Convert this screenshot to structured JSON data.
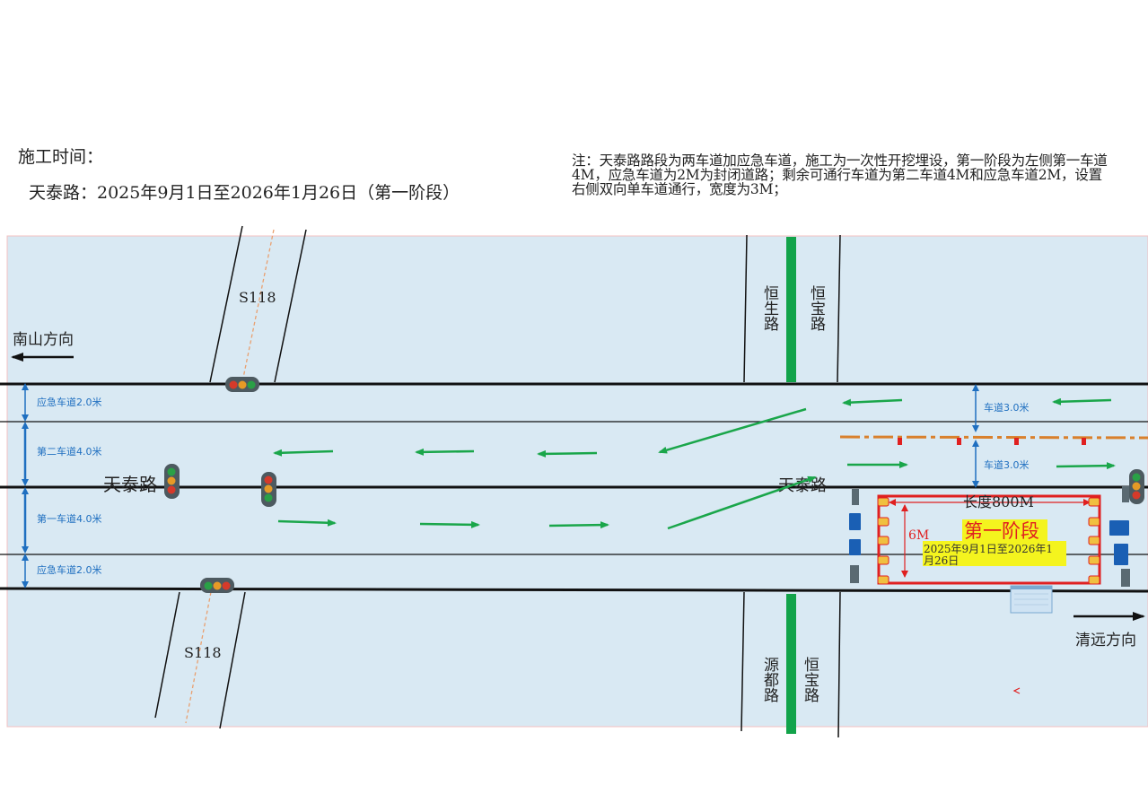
{
  "header": {
    "construction_time_label": "施工时间：",
    "construction_date_range": "天泰路：2025年9月1日至2026年1月26日（第一阶段）",
    "note": "注：天泰路路段为两车道加应急车道，施工为一次性开挖埋设，第一阶段为左侧第一车道4M，应急车道为2M为封闭道路；剩余可通行车道为第二车道4M和应急车道2M，设置右侧双向单车道通行，宽度为3M；"
  },
  "roads": {
    "main_road_left": "天泰路",
    "main_road_right": "天泰路",
    "s118_top": "S118",
    "s118_bottom": "S118",
    "hengsheng_road": "恒生路",
    "hengbao_road_top": "恒宝路",
    "yuandu_road": "源都路",
    "hengbao_road_bottom": "恒宝路"
  },
  "directions": {
    "west": "南山方向",
    "east": "清远方向"
  },
  "lanes": {
    "emergency_top": "应急车道2.0米",
    "second_lane": "第二车道4.0米",
    "first_lane": "第一车道4.0米",
    "emergency_bottom": "应急车道2.0米",
    "detour_lane_1": "车道3.0米",
    "detour_lane_2": "车道3.0米"
  },
  "work_zone": {
    "length_label": "长度800M",
    "width_label": "6M",
    "phase_title": "第一阶段",
    "phase_dates": "2025年9月1日至2026年1月26日"
  },
  "colors": {
    "road_fill": "#d9e9f3",
    "arrow_green": "#1aa64a",
    "work_zone_red": "#e02020",
    "lane_blue": "#1f6fc0",
    "barrier_orange": "#d9802c",
    "phase_highlight": "#f4f41e"
  }
}
